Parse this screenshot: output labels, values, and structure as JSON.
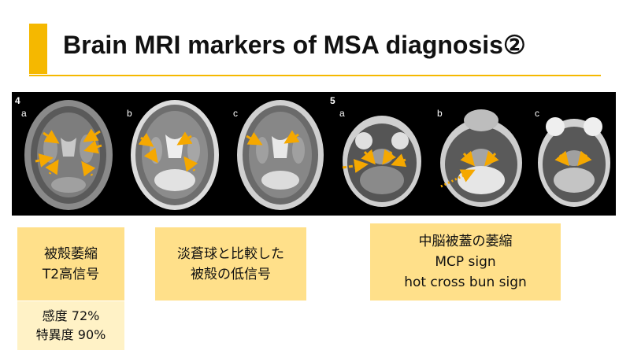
{
  "slide": {
    "title": "Brain MRI markers of MSA diagnosis②",
    "accent_color": "#F5B800"
  },
  "figures": {
    "fig4": {
      "number": "4",
      "panels": [
        {
          "letter": "a"
        },
        {
          "letter": "b"
        },
        {
          "letter": "c"
        }
      ]
    },
    "fig5": {
      "number": "5",
      "panels": [
        {
          "letter": "a"
        },
        {
          "letter": "b"
        },
        {
          "letter": "c"
        }
      ]
    },
    "arrow_color": "#F5A800"
  },
  "notes": {
    "putamen": {
      "lines": [
        "被殻萎縮",
        "T2高信号"
      ]
    },
    "putamen_stats": {
      "lines": [
        "感度 72%",
        "特異度 90%"
      ]
    },
    "globus": {
      "lines": [
        "淡蒼球と比較した",
        "被殻の低信号"
      ]
    },
    "pons": {
      "lines": [
        "中脳被蓋の萎縮",
        "MCP sign",
        "hot cross bun sign"
      ]
    }
  }
}
